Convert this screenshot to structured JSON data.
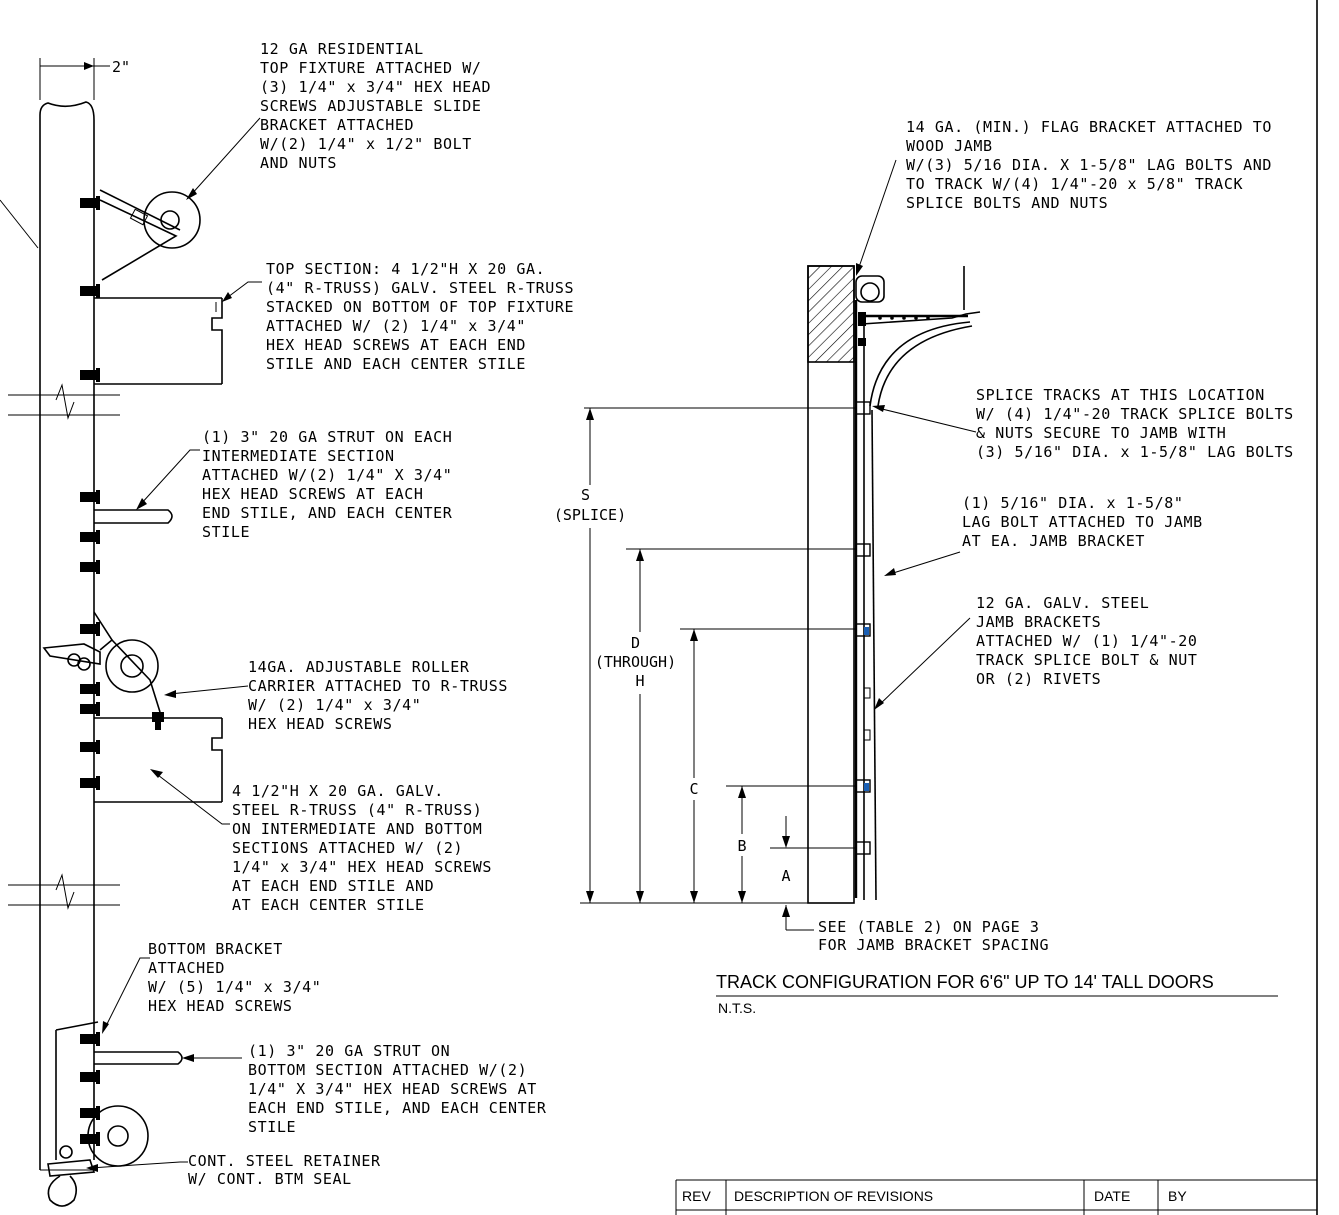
{
  "left_detail": {
    "gap_label": "2\"",
    "top_fixture_note": [
      "12 GA RESIDENTIAL",
      "TOP FIXTURE ATTACHED W/",
      "(3) 1/4\" x 3/4\" HEX HEAD",
      "SCREWS ADJUSTABLE SLIDE",
      "BRACKET ATTACHED",
      "W/(2) 1/4\" x 1/2\" BOLT",
      "AND NUTS"
    ],
    "top_section_note": [
      "TOP SECTION: 4 1/2\"H X 20 GA.",
      "(4\" R-TRUSS) GALV. STEEL R-TRUSS",
      "STACKED ON BOTTOM OF TOP FIXTURE",
      "ATTACHED W/ (2) 1/4\" x 3/4\"",
      "HEX HEAD SCREWS AT EACH END",
      "STILE AND EACH CENTER STILE"
    ],
    "strut_note": [
      "(1) 3\" 20 GA STRUT ON EACH",
      "INTERMEDIATE SECTION",
      "ATTACHED W/(2) 1/4\" X 3/4\"",
      "HEX HEAD SCREWS AT EACH",
      "END STILE, AND EACH CENTER",
      "STILE"
    ],
    "roller_note": [
      "14GA. ADJUSTABLE ROLLER",
      "CARRIER ATTACHED TO R-TRUSS",
      "W/ (2) 1/4\" x 3/4\"",
      "HEX HEAD SCREWS"
    ],
    "rtruss_note": [
      "4 1/2\"H X 20 GA.  GALV.",
      "STEEL R-TRUSS (4\" R-TRUSS)",
      "ON INTERMEDIATE AND BOTTOM",
      "SECTIONS ATTACHED W/ (2)",
      "1/4\" x 3/4\" HEX HEAD SCREWS",
      "AT EACH END STILE AND",
      "AT EACH CENTER STILE"
    ],
    "bottom_bracket_note": [
      "BOTTOM BRACKET",
      "ATTACHED",
      "W/ (5) 1/4\" x 3/4\"",
      "HEX HEAD SCREWS"
    ],
    "bottom_strut_note": [
      "(1) 3\" 20 GA STRUT ON",
      "BOTTOM SECTION ATTACHED W/(2)",
      "1/4\" X 3/4\" HEX HEAD SCREWS AT",
      "EACH END STILE, AND EACH CENTER",
      "STILE"
    ],
    "retainer_note": [
      "CONT. STEEL RETAINER",
      "W/ CONT. BTM SEAL"
    ]
  },
  "right_detail": {
    "flag_bracket_note": [
      "14 GA. (MIN.) FLAG BRACKET ATTACHED TO",
      "WOOD JAMB",
      "W/(3) 5/16 DIA. X 1-5/8\" LAG BOLTS AND",
      "TO TRACK W/(4) 1/4\"-20 x 5/8\" TRACK",
      "SPLICE BOLTS AND NUTS"
    ],
    "splice_note": [
      "SPLICE TRACKS AT THIS LOCATION",
      "W/ (4) 1/4\"-20 TRACK SPLICE BOLTS",
      "& NUTS SECURE TO JAMB WITH",
      "(3) 5/16\" DIA. x 1-5/8\"  LAG BOLTS"
    ],
    "lag_bolt_note": [
      "(1) 5/16\" DIA. x 1-5/8\"",
      "LAG BOLT ATTACHED TO JAMB",
      "AT EA. JAMB BRACKET"
    ],
    "jamb_bracket_note": [
      "12 GA. GALV. STEEL",
      "JAMB BRACKETS",
      "ATTACHED W/ (1) 1/4\"-20",
      "TRACK SPLICE BOLT & NUT",
      "OR (2) RIVETS"
    ],
    "dim_s": [
      "S",
      "(SPLICE)"
    ],
    "dim_d": [
      "D",
      "(THROUGH)",
      "H"
    ],
    "dim_c": "C",
    "dim_b": "B",
    "dim_a": "A",
    "see_table_note": [
      "SEE (TABLE 2) ON PAGE 3",
      "FOR JAMB BRACKET SPACING"
    ],
    "title": "TRACK CONFIGURATION FOR 6'6\" UP TO 14' TALL DOORS",
    "scale": "N.T.S."
  },
  "revision_table": {
    "headers": [
      "REV",
      "DESCRIPTION OF REVISIONS",
      "DATE",
      "BY"
    ]
  }
}
